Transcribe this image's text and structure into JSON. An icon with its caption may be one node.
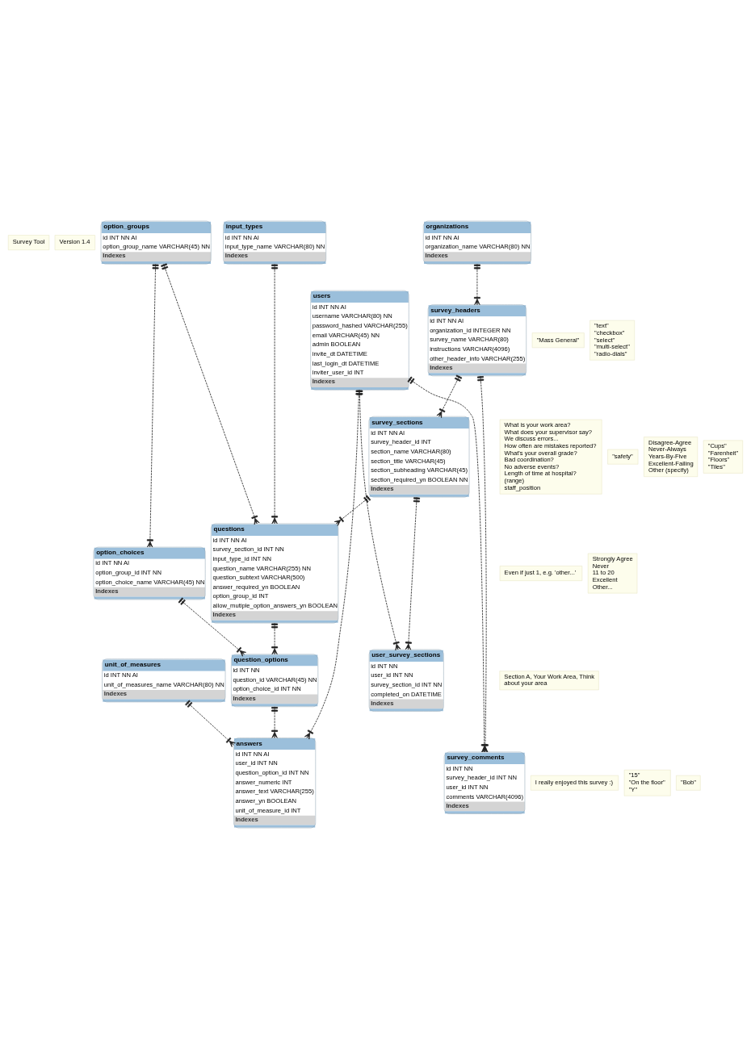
{
  "diagram": {
    "nodes": [
      {
        "text": [
          "Survey Tool"
        ]
      },
      {
        "text": [
          "Version 1.4"
        ]
      },
      {
        "text": [
          "organizations",
          "id INT NN AI",
          "organization_name VARCHAR(80) NN",
          "Indexes"
        ]
      },
      {
        "text": [
          "What is your work area?",
          "What does your supervisor say?",
          "We discuss errors...",
          "How often are mistakes reported?",
          "What's your overall grade?",
          "Bad coordination?",
          "No adverse events?",
          "Length of time at hospital? (range)",
          "staff_position"
        ]
      },
      {
        "text": [
          "input_types",
          "id INT NN AI",
          "input_type_name VARCHAR(80) NN",
          "Indexes"
        ]
      },
      {
        "text": [
          "\"Mass General\""
        ]
      },
      {
        "text": [
          "\"text\"",
          "\"checkbox\"",
          "\"select\"",
          "\"multi-select\"",
          "\"radio-dials\""
        ]
      },
      {
        "text": [
          "questions",
          "id INT NN AI",
          "survey_section_id INT NN",
          "input_type_id INT NN",
          "question_name VARCHAR(255) NN",
          "question_subtext VARCHAR(500)",
          "answer_required_yn BOOLEAN",
          "option_group_id INT",
          "allow_mutiple_option_answers_yn BOOLEAN",
          "Indexes"
        ]
      },
      {
        "text": [
          "survey_headers",
          "id INT NN AI",
          "organization_id INTEGER NN",
          "survey_name VARCHAR(80)",
          "instructions VARCHAR(4096)",
          "other_header_info VARCHAR(255)",
          "Indexes"
        ]
      },
      {
        "text": [
          "\"safety\""
        ]
      },
      {
        "text": [
          "Disagree-Agree",
          "Never-Always",
          "Years-By-Five",
          "Excellent-Failing",
          "Other (specify)"
        ]
      },
      {
        "text": [
          "survey_sections",
          "id INT NN AI",
          "survey_header_id INT",
          "section_name VARCHAR(80)",
          "section_title VARCHAR(45)",
          "section_subheading VARCHAR(45)",
          "section_required_yn BOOLEAN NN",
          "Indexes"
        ]
      },
      {
        "text": [
          "option_groups",
          "id INT NN AI",
          "option_group_name VARCHAR(45) NN",
          "Indexes"
        ]
      },
      {
        "text": [
          "question_options",
          "id INT NN",
          "question_id VARCHAR(45) NN",
          "option_choice_id INT NN",
          "Indexes"
        ]
      },
      {
        "text": [
          "Section A, Your Work Area, Think about your area"
        ]
      },
      {
        "text": [
          "user_survey_sections",
          "id INT NN",
          "user_id INT NN",
          "survey_section_id INT NN",
          "completed_on DATETIME",
          "Indexes"
        ]
      },
      {
        "text": [
          "Even if just 1, e.g. 'other...'"
        ]
      },
      {
        "text": [
          "option_choices",
          "id INT NN AI",
          "option_group_id INT NN",
          "option_choice_name VARCHAR(45) NN",
          "Indexes"
        ]
      },
      {
        "text": [
          "Strongly Agree",
          "Never",
          "11 to 20",
          "Excellent",
          "Other..."
        ]
      },
      {
        "text": [
          "survey_comments",
          "id INT NN",
          "survey_header_id INT NN",
          "user_id INT NN",
          "comments VARCHAR(4096)",
          "Indexes"
        ]
      },
      {
        "text": [
          "users",
          "id INT NN AI",
          "username VARCHAR(80) NN",
          "password_hashed VARCHAR(255)",
          "email VARCHAR(45) NN",
          "admin BOOLEAN",
          "invite_dt DATETIME",
          "last_login_dt DATETIME",
          "inviter_user_id INT",
          "Indexes"
        ]
      },
      {
        "text": [
          "I really enjoyed this survey :)"
        ]
      },
      {
        "text": [
          "\"Cups\"",
          "\"Farenheit\"",
          "\"Floors\"",
          "\"Tiles\""
        ]
      },
      {
        "text": [
          "\"15\"",
          "\"On the floor\"",
          "\"Y\""
        ]
      },
      {
        "text": [
          "answers",
          "id INT NN AI",
          "user_id INT NN",
          "question_option_id INT NN",
          "answer_numeric INT",
          "answer_text VARCHAR(255)",
          "answer_yn BOOLEAN",
          "unit_of_measure_id INT",
          "Indexes"
        ]
      },
      {
        "text": [
          "\"Bob\""
        ]
      },
      {
        "text": [
          "unit_of_measures",
          "id INT NN AI",
          "unit_of_measures_name VARCHAR(80) NN",
          "Indexes"
        ]
      }
    ],
    "edges": [
      {
        "from": 2,
        "to": 8,
        "arrow": "other",
        "style": "dashed"
      },
      {
        "from": 4,
        "to": 7,
        "arrow": "other",
        "style": "dashed"
      },
      {
        "from": 11,
        "to": 7,
        "arrow": "other",
        "style": "dashed"
      },
      {
        "from": 8,
        "to": 11,
        "arrow": "other",
        "style": "dashed"
      },
      {
        "from": 7,
        "to": 13,
        "arrow": "other",
        "style": "dashed"
      },
      {
        "from": 12,
        "to": 7,
        "arrow": "other",
        "style": "dashed"
      },
      {
        "from": 12,
        "to": 17,
        "arrow": "other",
        "style": "dashed"
      },
      {
        "from": 17,
        "to": 13,
        "arrow": "other",
        "style": "dashed"
      },
      {
        "from": 11,
        "to": 15,
        "arrow": "other",
        "style": "dashed"
      },
      {
        "from": 20,
        "to": 15,
        "arrow": "other",
        "style": "dashed"
      },
      {
        "from": 8,
        "to": 19,
        "arrow": "other",
        "style": "dashed"
      },
      {
        "from": 20,
        "to": 19,
        "arrow": "other",
        "style": "dashed"
      },
      {
        "from": 13,
        "to": 24,
        "arrow": "other",
        "style": "dashed"
      },
      {
        "from": 20,
        "to": 24,
        "arrow": "other",
        "style": "dashed"
      },
      {
        "from": 26,
        "to": 24,
        "arrow": "other",
        "style": "dashed"
      }
    ]
  }
}
